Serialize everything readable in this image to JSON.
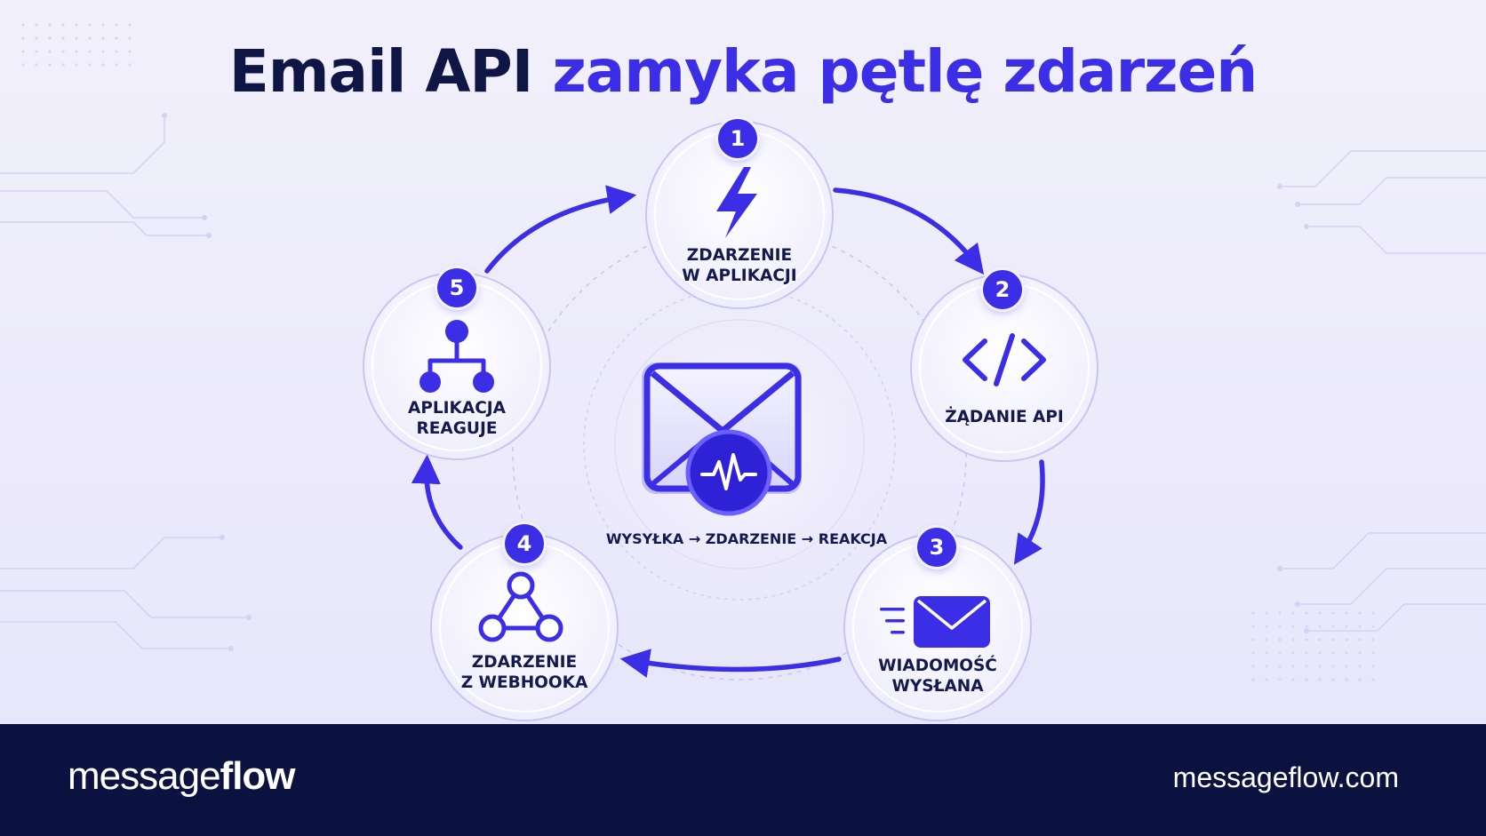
{
  "title": {
    "main": "Email API",
    "accent": "zamyka pętlę zdarzeń"
  },
  "center": {
    "caption": "WYSYŁKA → ZDARZENIE → REAKCJA",
    "icon": "envelope-pulse-icon"
  },
  "steps": [
    {
      "number": "1",
      "line1": "ZDARZENIE",
      "line2": "W APLIKACJI",
      "icon": "lightning-icon"
    },
    {
      "number": "2",
      "line1": "ŻĄDANIE API",
      "line2": "",
      "icon": "code-brackets-icon"
    },
    {
      "number": "3",
      "line1": "WIADOMOŚĆ",
      "line2": "WYSŁANA",
      "icon": "sent-mail-icon"
    },
    {
      "number": "4",
      "line1": "ZDARZENIE",
      "line2": "Z WEBHOOKA",
      "icon": "webhook-icon"
    },
    {
      "number": "5",
      "line1": "APLIKACJA",
      "line2": "REAGUJE",
      "icon": "hierarchy-icon"
    }
  ],
  "footer": {
    "brand_light": "message",
    "brand_bold": "flow",
    "url": "messageflow.com"
  },
  "colors": {
    "accent": "#3b2ee6",
    "dark": "#0f1545",
    "footer": "#0c1240"
  }
}
